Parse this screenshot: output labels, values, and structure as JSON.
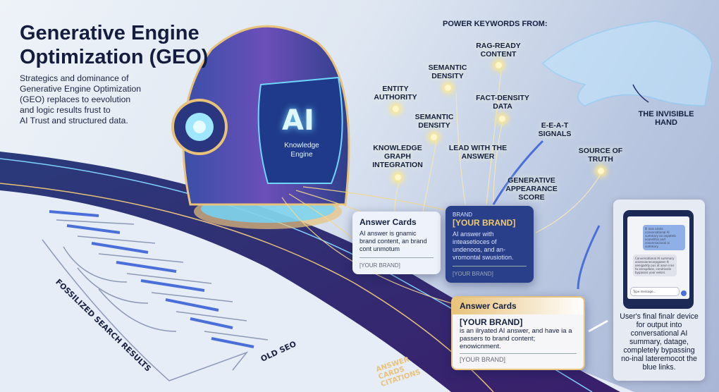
{
  "header": {
    "title": "Generative Engine Optimization (GEO)",
    "description_lines": [
      "Strategics and dominance of",
      "Generative Engine Optimization",
      "(GEO) replaces to eevolution",
      "and logic results frust to",
      "AI Trust and structured data."
    ]
  },
  "engine": {
    "big_label": "AI",
    "sub_label": "Knowledge Engine"
  },
  "keywords": {
    "heading": "POWER KEYWORDS FROM:",
    "items": [
      "RAG-READY CONTENT",
      "SEMANTIC DENSITY",
      "ENTITY AUTHORITY",
      "FACT-DENSITY DATA",
      "SEMANTIC DENSITY",
      "KNOWLEDGE GRAPH INTEGRATION",
      "LEAD WITH THE ANSWER",
      "E-E-A-T SIGNALS",
      "GENERATIVE APPEARANCE SCORE",
      "SOURCE OF TRUTH"
    ]
  },
  "hand_label": "THE INVISIBLE HAND",
  "cards": [
    {
      "title": "Answer Cards",
      "body": "AI answer is gnamic brand content, an brand cont unmotum",
      "footer": "[YOUR BRAND]"
    },
    {
      "kicker": "BRAND",
      "title": "[YOUR BRAND]",
      "body": "AI answer with inteasetioces of undenoos, and an-vromontal swusiotion.",
      "footer": "[YOUR BRAND]"
    },
    {
      "title": "Answer Cards",
      "brand": "[YOUR BRAND]",
      "body": "is an ilryated AI answer, and have ia a passers to brand content; enowicnment.",
      "footer": "[YOUR BRAND]"
    }
  ],
  "labels": {
    "old_seo": "OLD SEO",
    "fossilized": "FOSSILIZED SEARCH RESULTS",
    "answer_cards_citations": "ANSWER CARDS CITATIONS"
  },
  "phone": {
    "bubble_user": "Ill inse ssiets conversational AI summary oo onpatelo oconshtss and conversacional ai summary.",
    "bubble_ai": "Conversational AI summary ansessionecarpgaeen tt oenigaddy pus at aoon inns to anespdoos, conotivoliv bypasses yoor eelors.",
    "input_placeholder": "Type message...",
    "caption": "User's final finalr device for output into conversational AI summary, datage, completely bypassing no-inal lateremocot the blue links."
  },
  "colors": {
    "navy": "#141d3d",
    "road": "#1f2b63",
    "gold": "#e8c27a",
    "accent_blue": "#4a6fd8"
  }
}
